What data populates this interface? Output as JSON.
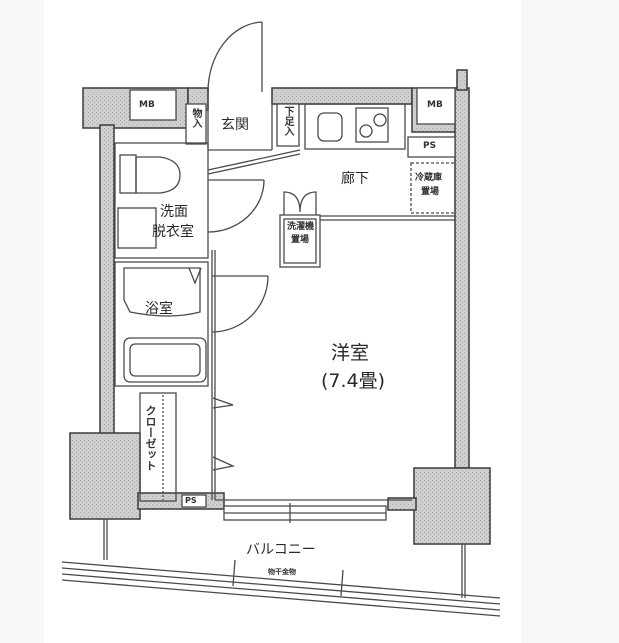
{
  "floor_plan": {
    "title": "1K floor plan",
    "colors": {
      "wall_fill": "#c9c9c9",
      "wall_stroke": "#3a3a3a",
      "line": "#4a4a4a",
      "background": "#ffffff",
      "side_strip": "#f8f8f8"
    },
    "rooms": {
      "western_room": {
        "name": "洋室",
        "size": "(7.4畳)"
      },
      "entrance": {
        "name": "玄関"
      },
      "hallway": {
        "name": "廊下"
      },
      "washroom": {
        "name_line1": "洗面",
        "name_line2": "脱衣室"
      },
      "bathroom": {
        "name": "浴室"
      },
      "closet": {
        "name": "クローゼット"
      },
      "balcony": {
        "name": "バルコニー",
        "note": "物干金物"
      }
    },
    "fixtures": {
      "mb_left": "MB",
      "mb_right": "MB",
      "ps_top": "PS",
      "ps_bottom": "PS",
      "storage_entrance": "物入",
      "shoe_box": "下足入",
      "washer_space_line1": "洗濯機",
      "washer_space_line2": "置場",
      "fridge_space_line1": "冷蔵庫",
      "fridge_space_line2": "置場"
    }
  }
}
